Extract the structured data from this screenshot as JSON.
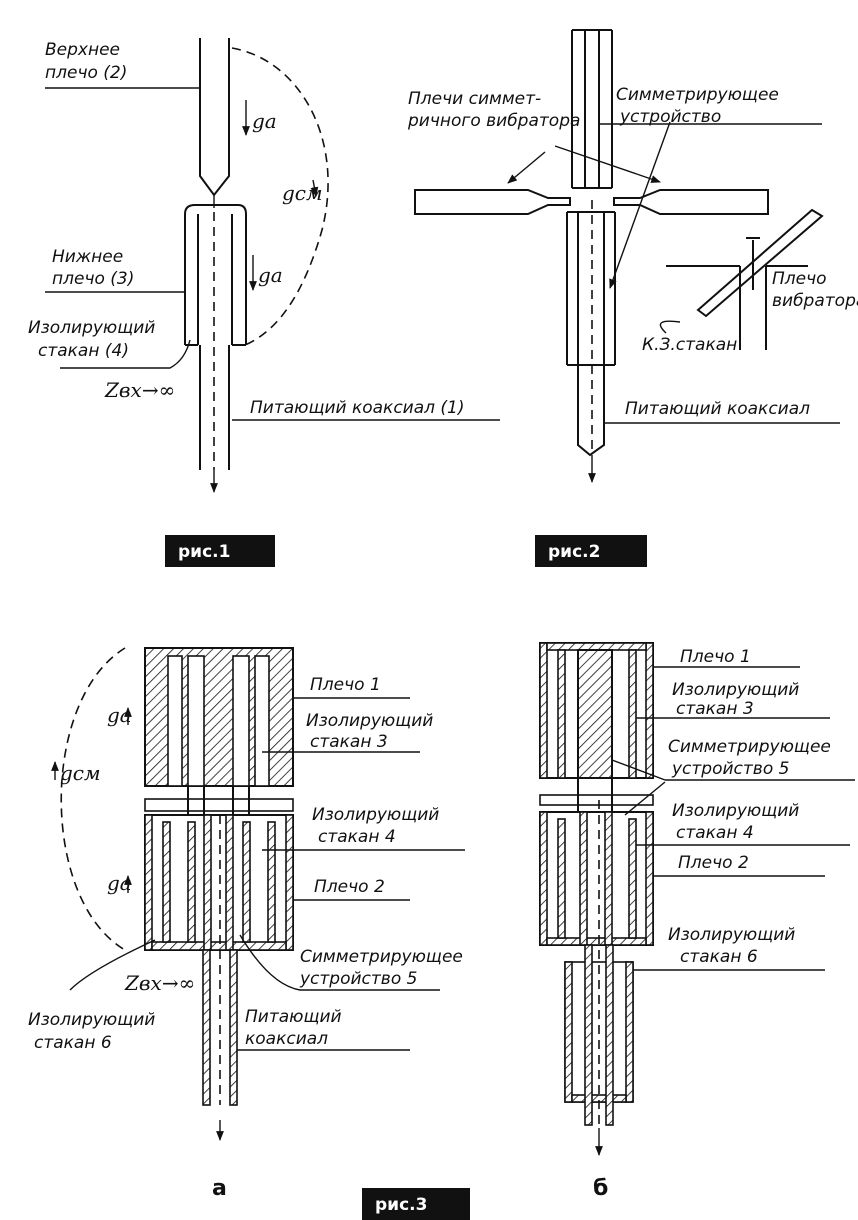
{
  "fig1": {
    "upper_arm": [
      "Верхнее",
      "плечо (2)"
    ],
    "lower_arm": [
      "Нижнее",
      "плечо (3)"
    ],
    "cup": [
      "Изолирующий",
      "стакан (4)"
    ],
    "feed": "Питающий коаксиал (1)",
    "ga_top": "gа",
    "ga_mid": "gа",
    "gcm": "gсм",
    "zin": "Zвх→∞",
    "caption": "рис.1"
  },
  "fig2": {
    "arms": [
      "Плечи симмет-",
      "ричного вибратора"
    ],
    "balun": [
      "Симметрирующее",
      "устройство"
    ],
    "arm_inset": [
      "Плечо",
      "вибратора"
    ],
    "sc_cup": "К.З.стакан",
    "feed": "Питающий коаксиал",
    "caption": "рис.2"
  },
  "fig3a": {
    "arm1": "Плечо 1",
    "cup3": [
      "Изолирующий",
      "стакан 3"
    ],
    "cup4": [
      "Изолирующий",
      "стакан 4"
    ],
    "arm2": "Плечо 2",
    "balun": [
      "Симметрирующее",
      "устройство 5"
    ],
    "cup6": [
      "Изолирующий",
      "стакан 6"
    ],
    "feed": [
      "Питающий",
      "коаксиал"
    ],
    "ga_top": "gа",
    "ga_bot": "gа",
    "gcm": "gсм",
    "zin": "Zвх→∞",
    "sub": "а"
  },
  "fig3b": {
    "arm1": "Плечо 1",
    "cup3": [
      "Изолирующий",
      "стакан 3"
    ],
    "balun": [
      "Симметрирующее",
      "устройство 5"
    ],
    "cup4": [
      "Изолирующий",
      "стакан 4"
    ],
    "arm2": "Плечо 2",
    "cup6": [
      "Изолирующий",
      "стакан 6"
    ],
    "sub": "б"
  },
  "fig3_caption": "рис.3"
}
